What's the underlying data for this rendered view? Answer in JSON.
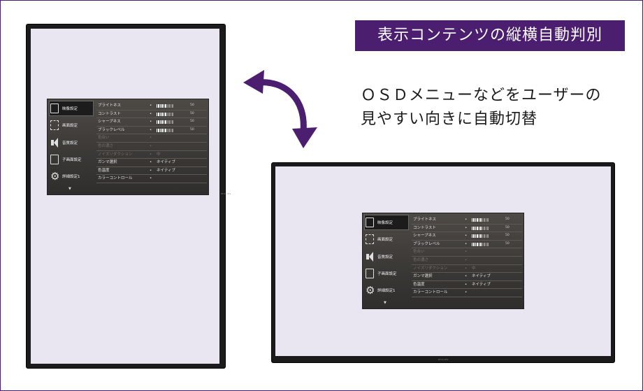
{
  "title": "表示コンテンツの縦横自動判別",
  "caption": {
    "line1": "ＯＳＤメニューなどをユーザーの",
    "line2": "見やすい向きに自動切替"
  },
  "colors": {
    "accent": "#4b1e6f",
    "screen": "#eae6f1",
    "bezel": "#1b1b1b"
  },
  "osd": {
    "sidebar": [
      {
        "label": "映像設定",
        "icon": "picture-icon",
        "active": true
      },
      {
        "label": "画面設定",
        "icon": "screen-icon",
        "active": false
      },
      {
        "label": "音質設定",
        "icon": "speaker-icon",
        "active": false
      },
      {
        "label": "子画面設定",
        "icon": "pip-icon",
        "active": false
      },
      {
        "label": "詳細設定1",
        "icon": "gear-icon",
        "active": false
      }
    ],
    "more_icon": "▼",
    "rows": [
      {
        "label": "ブライトネス",
        "type": "slider",
        "value": 50,
        "num": "50",
        "disabled": false
      },
      {
        "label": "コントラスト",
        "type": "slider",
        "value": 50,
        "num": "50",
        "disabled": false
      },
      {
        "label": "シャープネス",
        "type": "slider",
        "value": 50,
        "num": "50",
        "disabled": false
      },
      {
        "label": "ブラックレベル",
        "type": "slider",
        "value": 50,
        "num": "50",
        "disabled": false
      },
      {
        "label": "色合い",
        "type": "text",
        "val": "",
        "disabled": true
      },
      {
        "label": "色の濃さ",
        "type": "text",
        "val": "",
        "disabled": true
      },
      {
        "label": "ノイズリダクション",
        "type": "text",
        "val": "中",
        "disabled": true
      },
      {
        "label": "ガンマ選択",
        "type": "text",
        "val": "ネイティブ",
        "disabled": false
      },
      {
        "label": "色温度",
        "type": "text",
        "val": "ネイティブ",
        "disabled": false
      },
      {
        "label": "カラーコントロール",
        "type": "text",
        "val": "",
        "disabled": false
      }
    ]
  },
  "brand_text": "PHILIPS"
}
